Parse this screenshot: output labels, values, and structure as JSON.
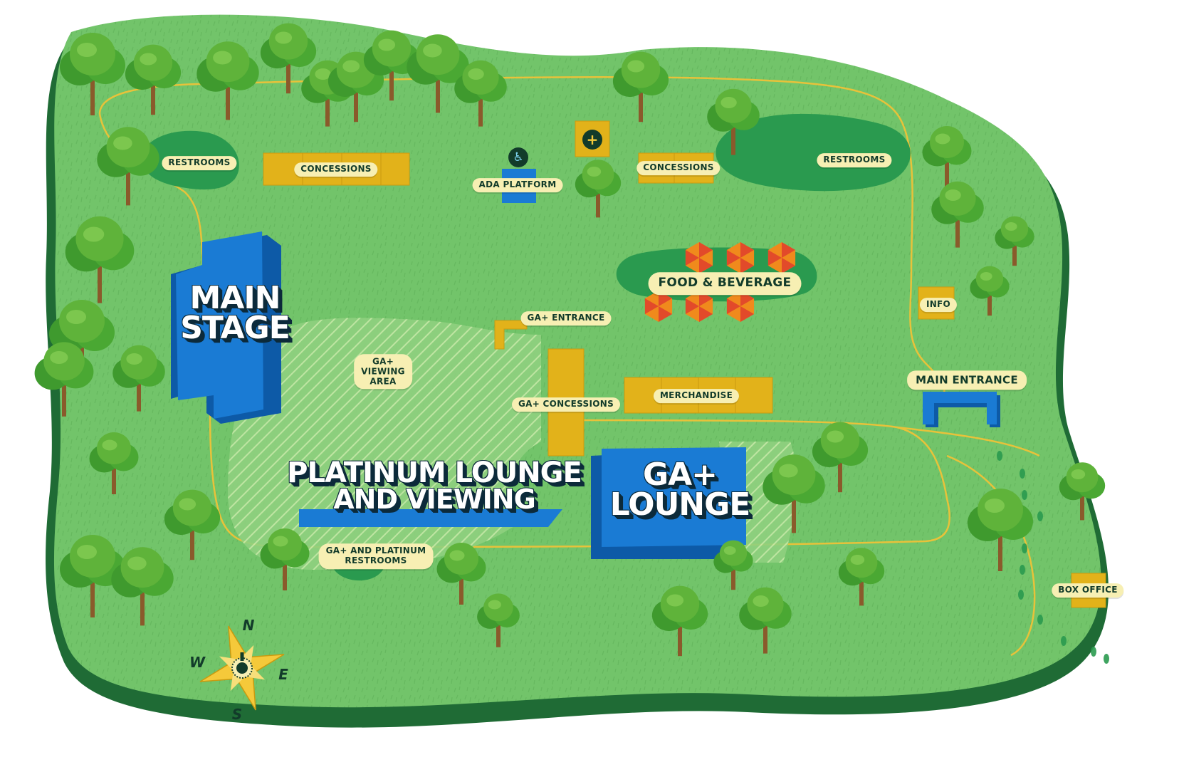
{
  "map": {
    "areas": {
      "main_stage": [
        "MAIN",
        "STAGE"
      ],
      "platinum_lounge": [
        "PLATINUM LOUNGE",
        "AND VIEWING"
      ],
      "ga_lounge": [
        "GA+",
        "LOUNGE"
      ]
    },
    "labels": {
      "restrooms_west": "RESTROOMS",
      "concessions_west": "CONCESSIONS",
      "ada_platform": "ADA PLATFORM",
      "concessions_east": "CONCESSIONS",
      "restrooms_east": "RESTROOMS",
      "food_beverage": "FOOD & BEVERAGE",
      "ga_entrance": "GA+ ENTRANCE",
      "info": "INFO",
      "ga_viewing_area": [
        "GA+",
        "VIEWING",
        "AREA"
      ],
      "ga_concessions": "GA+ CONCESSIONS",
      "merchandise": "MERCHANDISE",
      "main_entrance": "MAIN ENTRANCE",
      "ga_platinum_restrooms": [
        "GA+ AND PLATINUM",
        "RESTROOMS"
      ],
      "box_office": "BOX OFFICE"
    },
    "compass": {
      "n": "N",
      "s": "S",
      "e": "E",
      "w": "W"
    },
    "icons": [
      "wheelchair-icon",
      "first-aid-icon",
      "compass-rose-icon",
      "tree-icon",
      "footprints-icon"
    ],
    "colors": {
      "grass": "#72c46a",
      "grass_edge": "#1f6b35",
      "stage_blue": "#1a7bd4",
      "booth_yellow": "#e2b21a",
      "label_cream": "#f7efb3",
      "path_yellow": "#e8c23a",
      "food_orange": "#f08a1c",
      "food_red": "#e24a2a",
      "tree_green": "#5fb33a",
      "trunk_brown": "#8a5a2b",
      "dark_text": "#123b2a"
    }
  }
}
